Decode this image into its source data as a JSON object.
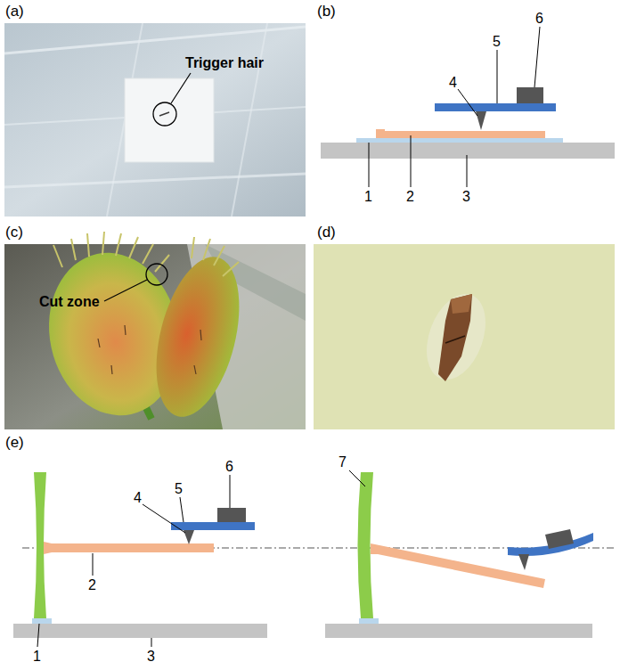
{
  "diagram": {
    "labels": [
      "(a)",
      "Trigger hair",
      "(b)",
      "6",
      "5",
      "4",
      "1",
      "2",
      "3",
      "(c)",
      "Cut zone",
      "(d)",
      "(e)",
      "7",
      "5",
      "6",
      "4",
      "2",
      "1",
      "3"
    ]
  }
}
